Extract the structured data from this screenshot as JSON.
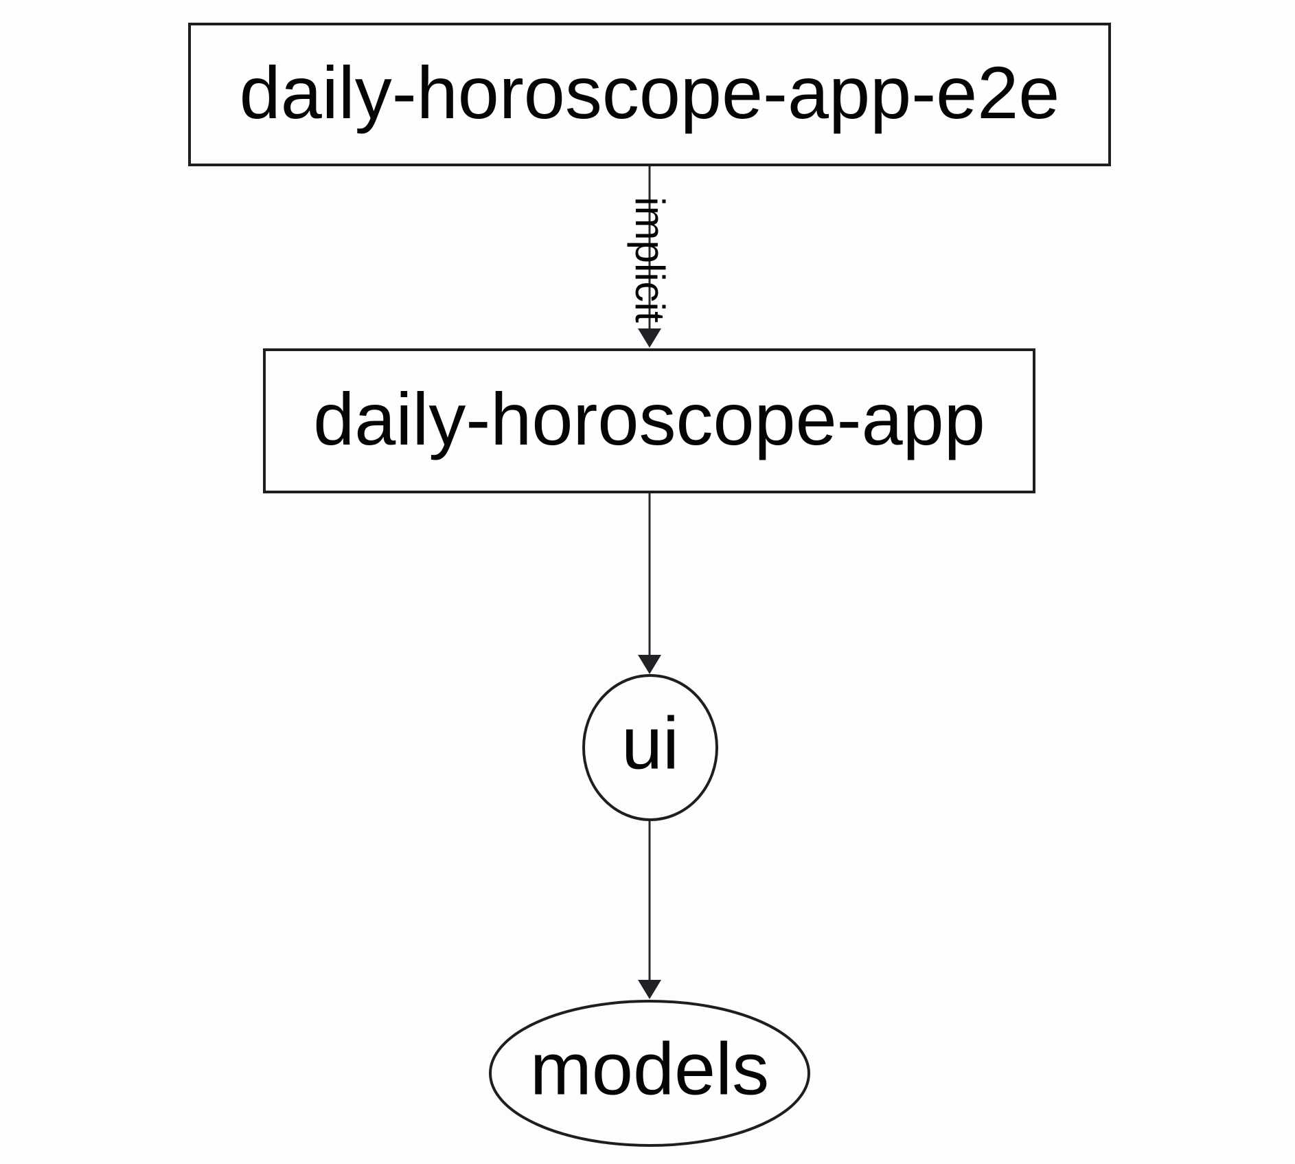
{
  "graph": {
    "background_color": "#fdfdfd",
    "node_stroke_color": "#1d1d22",
    "edge_stroke_color": "#29292d",
    "text_color": "#050505",
    "nodes": [
      {
        "id": "daily-horoscope-app-e2e",
        "label": "daily-horoscope-app-e2e",
        "shape": "rectangle"
      },
      {
        "id": "daily-horoscope-app",
        "label": "daily-horoscope-app",
        "shape": "rectangle"
      },
      {
        "id": "ui",
        "label": "ui",
        "shape": "ellipse"
      },
      {
        "id": "models",
        "label": "models",
        "shape": "ellipse"
      }
    ],
    "edges": [
      {
        "from": "daily-horoscope-app-e2e",
        "to": "daily-horoscope-app",
        "label": "implicit",
        "style": "arrow"
      },
      {
        "from": "daily-horoscope-app",
        "to": "ui",
        "label": "",
        "style": "arrow"
      },
      {
        "from": "ui",
        "to": "models",
        "label": "",
        "style": "arrow"
      }
    ]
  }
}
